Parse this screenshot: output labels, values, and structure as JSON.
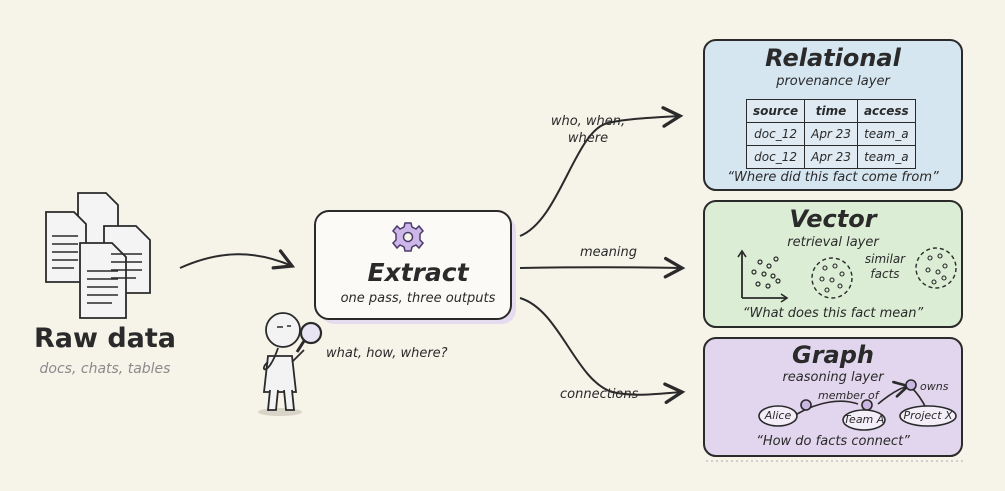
{
  "raw": {
    "title": "Raw data",
    "subtitle": "docs, chats, tables"
  },
  "extract": {
    "title": "Extract",
    "subtitle": "one pass, three outputs",
    "icon": "gear-icon"
  },
  "figure": {
    "thought": "what, how, where?",
    "icon": "person-with-magnifier-icon"
  },
  "arrows": {
    "relational_label": [
      "who, when,",
      "where"
    ],
    "vector_label": "meaning",
    "graph_label": "connections"
  },
  "relational": {
    "title": "Relational",
    "subtitle": "provenance layer",
    "columns": [
      "source",
      "time",
      "access"
    ],
    "rows": [
      [
        "doc_12",
        "Apr 23",
        "team_a"
      ],
      [
        "doc_12",
        "Apr 23",
        "team_a"
      ]
    ],
    "quote": "“Where did this fact come from”",
    "color": "#d6e6f1"
  },
  "vector": {
    "title": "Vector",
    "subtitle": "retrieval layer",
    "cluster_label": [
      "similar",
      "facts"
    ],
    "quote": "“What does this fact mean”",
    "color": "#dcedd5"
  },
  "graph": {
    "title": "Graph",
    "subtitle": "reasoning layer",
    "nodes": [
      "Alice",
      "Team A",
      "Project X"
    ],
    "edges": [
      "member of",
      "owns"
    ],
    "quote": "“How do facts connect”",
    "color": "#e2d6ee"
  }
}
